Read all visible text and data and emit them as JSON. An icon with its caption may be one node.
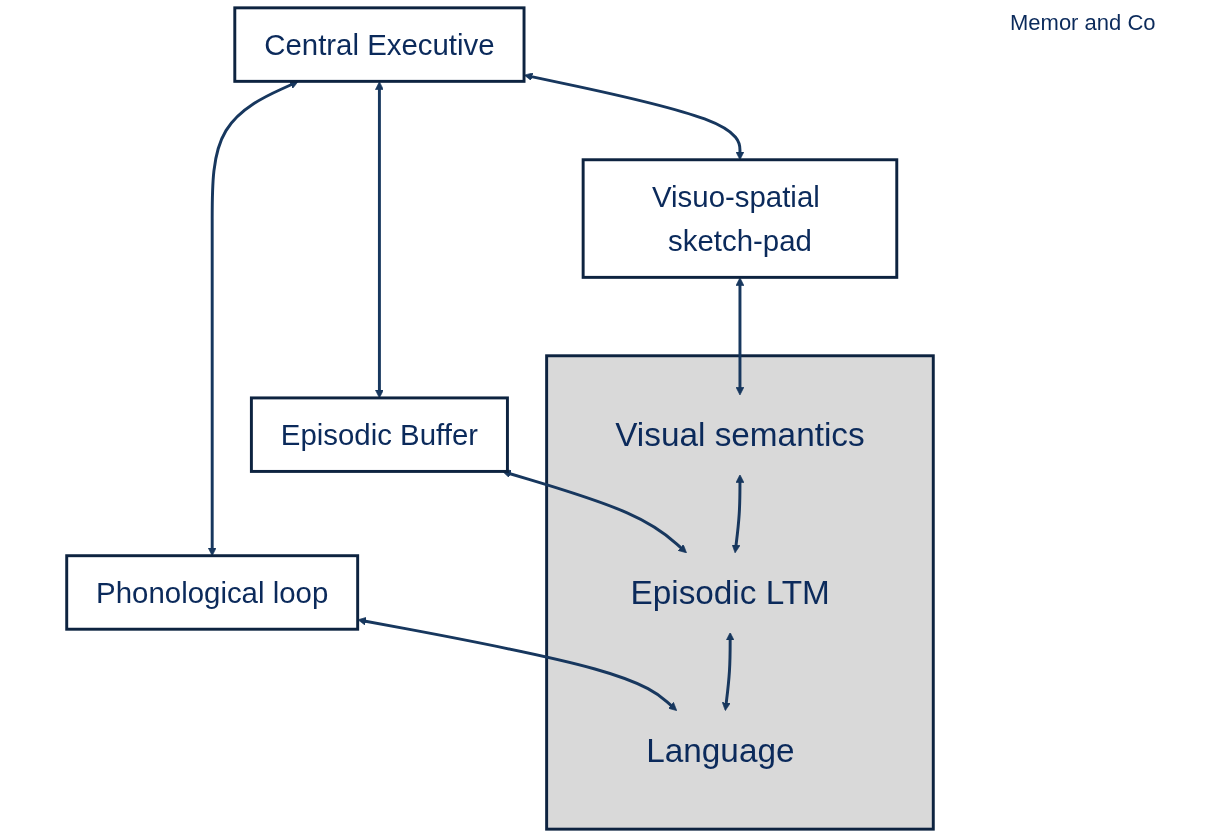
{
  "diagram": {
    "nodes": [
      {
        "text": [
          "Central Executive"
        ]
      },
      {
        "text": [
          "Visuo-spatial sketch-pad"
        ]
      },
      {
        "text": [
          "Episodic Buffer"
        ]
      },
      {
        "text": [
          "Phonological loop"
        ]
      },
      {
        "text": [],
        "shape": "box"
      },
      {
        "text": [
          "Visual semantics"
        ],
        "in": 4
      },
      {
        "text": [
          "Episodic LTM"
        ],
        "in": 4
      },
      {
        "text": [
          "Language"
        ],
        "in": 4
      }
    ],
    "edges": [
      {
        "from": 0,
        "to": 1,
        "arrow": "both"
      },
      {
        "from": 0,
        "to": 2,
        "arrow": "both"
      },
      {
        "from": 0,
        "to": 3,
        "arrow": "both"
      },
      {
        "from": 1,
        "to": 5,
        "arrow": "both"
      },
      {
        "from": 2,
        "to": 6,
        "arrow": "both"
      },
      {
        "from": 3,
        "to": 7,
        "arrow": "both"
      },
      {
        "from": 5,
        "to": 6,
        "arrow": "both"
      },
      {
        "from": 6,
        "to": 7,
        "arrow": "both"
      }
    ],
    "labels": [
      "Memor and Co"
    ]
  }
}
